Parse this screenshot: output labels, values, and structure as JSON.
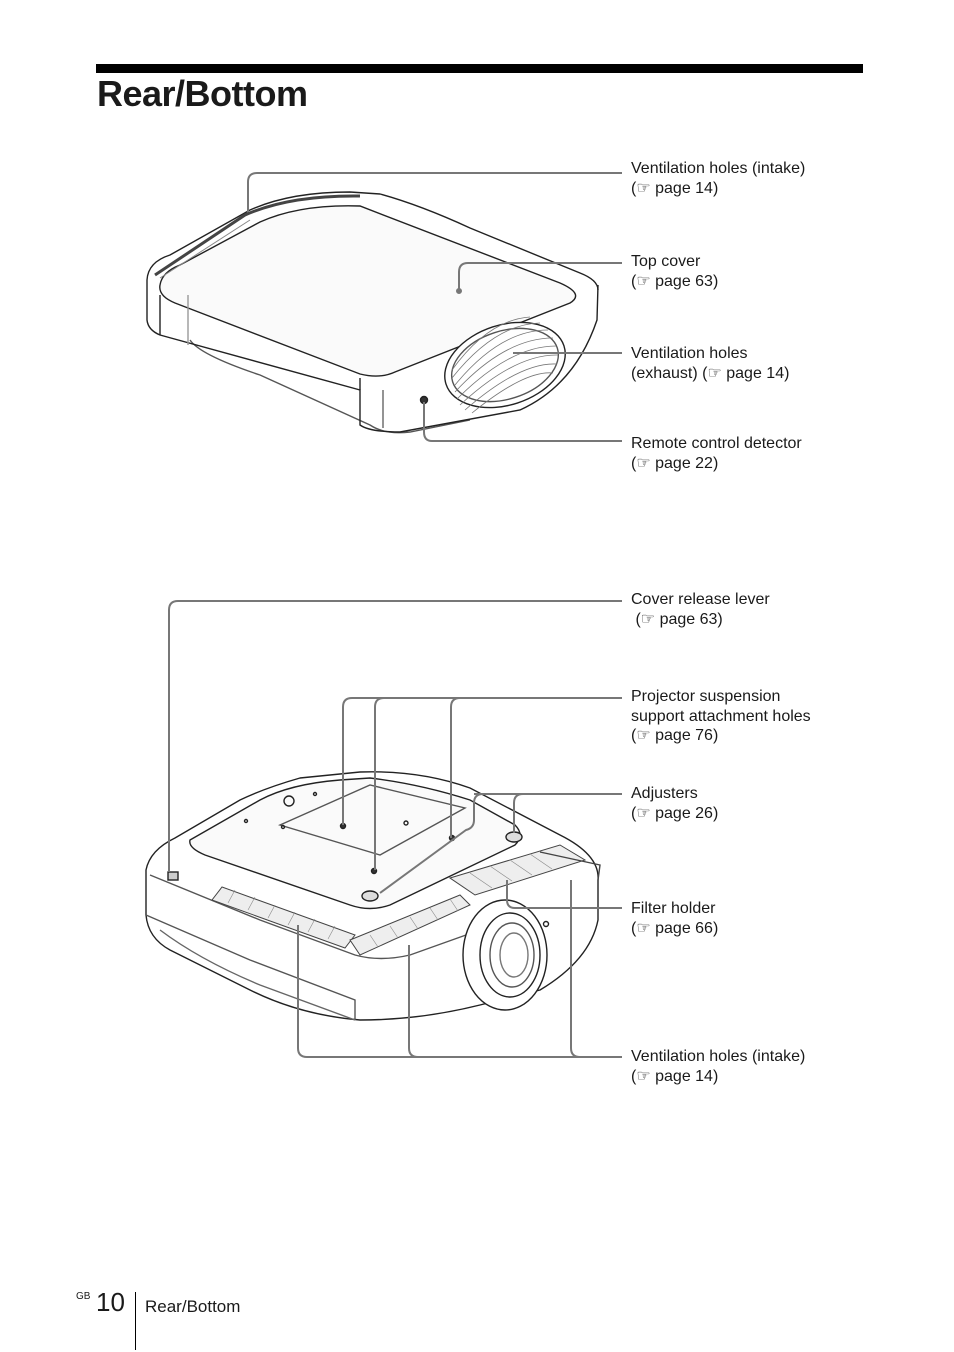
{
  "page": {
    "title": "Rear/Bottom",
    "footer": {
      "region": "GB",
      "page_number": "10",
      "section": "Rear/Bottom"
    }
  },
  "top_view": {
    "callouts": [
      {
        "label": "Ventilation holes (intake)",
        "ref": "(☞ page 14)"
      },
      {
        "label": "Top cover",
        "ref": "(☞ page 63)"
      },
      {
        "label": "Ventilation holes",
        "ref": "(exhaust) (☞ page 14)"
      },
      {
        "label": "Remote control detector",
        "ref": "(☞ page 22)"
      }
    ]
  },
  "bottom_view": {
    "callouts": [
      {
        "label": "Cover release lever",
        "ref": " (☞ page 63)"
      },
      {
        "label": "Projector suspension",
        "label2": "support attachment holes",
        "ref": "(☞ page 76)"
      },
      {
        "label": "Adjusters",
        "ref": "(☞ page 26)"
      },
      {
        "label": "Filter holder",
        "ref": "(☞ page 66)"
      },
      {
        "label": "Ventilation holes (intake)",
        "ref": "(☞ page 14)"
      }
    ]
  }
}
